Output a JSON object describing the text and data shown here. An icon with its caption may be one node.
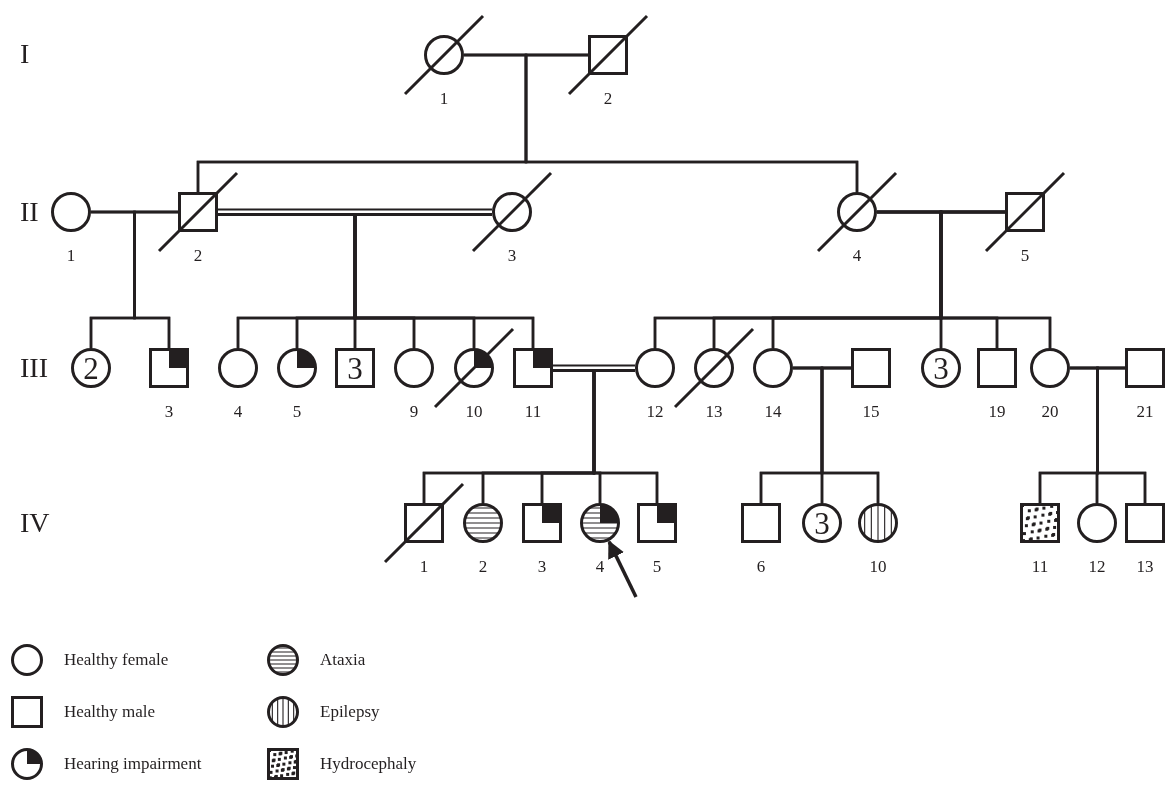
{
  "diagram": {
    "nodes": [
      {
        "text": [],
        "shape": "circle",
        "beside": [
          "1"
        ]
      },
      {
        "text": [],
        "shape": "box",
        "beside": [
          "2"
        ]
      },
      {
        "text": [],
        "shape": "circle",
        "beside": [
          "1"
        ]
      },
      {
        "text": [],
        "shape": "box",
        "beside": [
          "2"
        ]
      },
      {
        "text": [],
        "shape": "circle",
        "beside": [
          "3"
        ]
      },
      {
        "text": [],
        "shape": "circle",
        "beside": [
          "4"
        ]
      },
      {
        "text": [],
        "shape": "box",
        "beside": [
          "5"
        ]
      },
      {
        "text": [
          "2"
        ]
      },
      {
        "text": [],
        "shape": "box",
        "beside": [
          "3"
        ]
      },
      {
        "text": [],
        "shape": "circle",
        "beside": [
          "4"
        ]
      },
      {
        "text": [],
        "shape": "circle",
        "beside": [
          "5"
        ]
      },
      {
        "text": [
          "3"
        ]
      },
      {
        "text": [],
        "shape": "circle",
        "beside": [
          "9"
        ]
      },
      {
        "text": [],
        "shape": "circle",
        "beside": [
          "10"
        ]
      },
      {
        "text": [],
        "shape": "box",
        "beside": [
          "11"
        ]
      },
      {
        "text": [],
        "shape": "circle",
        "beside": [
          "12"
        ]
      },
      {
        "text": [],
        "shape": "circle",
        "beside": [
          "13"
        ]
      },
      {
        "text": [],
        "shape": "circle",
        "beside": [
          "14"
        ]
      },
      {
        "text": [],
        "shape": "box",
        "beside": [
          "15"
        ]
      },
      {
        "text": [
          "3"
        ]
      },
      {
        "text": [],
        "shape": "box",
        "beside": [
          "19"
        ]
      },
      {
        "text": [],
        "shape": "circle",
        "beside": [
          "20"
        ]
      },
      {
        "text": [],
        "shape": "box",
        "beside": [
          "21"
        ]
      },
      {
        "text": [],
        "shape": "box",
        "beside": [
          "1"
        ]
      },
      {
        "text": [],
        "shape": "circle",
        "beside": [
          "2"
        ]
      },
      {
        "text": [],
        "shape": "box",
        "beside": [
          "3"
        ]
      },
      {
        "text": [],
        "shape": "circle",
        "beside": [
          "4"
        ]
      },
      {
        "text": [],
        "shape": "box",
        "beside": [
          "5"
        ]
      },
      {
        "text": [],
        "shape": "box",
        "beside": [
          "6"
        ]
      },
      {
        "text": [
          "3"
        ]
      },
      {
        "text": [],
        "shape": "circle",
        "beside": [
          "10"
        ]
      },
      {
        "text": [],
        "shape": "box",
        "beside": [
          "11"
        ]
      },
      {
        "text": [],
        "shape": "circle",
        "beside": [
          "12"
        ]
      },
      {
        "text": [],
        "shape": "box",
        "beside": [
          "13"
        ]
      }
    ],
    "edges": [
      {
        "from": 0,
        "to": 3,
        "arrow": "none"
      },
      {
        "from": 1,
        "to": 3,
        "arrow": "none"
      },
      {
        "from": 0,
        "to": 5,
        "arrow": "none"
      },
      {
        "from": 1,
        "to": 5,
        "arrow": "none"
      },
      {
        "from": 2,
        "to": 7,
        "arrow": "none"
      },
      {
        "from": 3,
        "to": 7,
        "arrow": "none"
      },
      {
        "from": 2,
        "to": 8,
        "arrow": "none"
      },
      {
        "from": 3,
        "to": 8,
        "arrow": "none"
      },
      {
        "from": 3,
        "to": 9,
        "arrow": "none"
      },
      {
        "from": 4,
        "to": 9,
        "arrow": "none"
      },
      {
        "from": 3,
        "to": 10,
        "arrow": "none"
      },
      {
        "from": 4,
        "to": 10,
        "arrow": "none"
      },
      {
        "from": 3,
        "to": 11,
        "arrow": "none"
      },
      {
        "from": 4,
        "to": 11,
        "arrow": "none"
      },
      {
        "from": 3,
        "to": 12,
        "arrow": "none"
      },
      {
        "from": 4,
        "to": 12,
        "arrow": "none"
      },
      {
        "from": 3,
        "to": 13,
        "arrow": "none"
      },
      {
        "from": 4,
        "to": 13,
        "arrow": "none"
      },
      {
        "from": 3,
        "to": 14,
        "arrow": "none"
      },
      {
        "from": 4,
        "to": 14,
        "arrow": "none"
      },
      {
        "from": 5,
        "to": 15,
        "arrow": "none"
      },
      {
        "from": 6,
        "to": 15,
        "arrow": "none"
      },
      {
        "from": 5,
        "to": 16,
        "arrow": "none"
      },
      {
        "from": 6,
        "to": 16,
        "arrow": "none"
      },
      {
        "from": 5,
        "to": 17,
        "arrow": "none"
      },
      {
        "from": 6,
        "to": 17,
        "arrow": "none"
      },
      {
        "from": 5,
        "to": 19,
        "arrow": "none"
      },
      {
        "from": 6,
        "to": 19,
        "arrow": "none"
      },
      {
        "from": 5,
        "to": 20,
        "arrow": "none"
      },
      {
        "from": 6,
        "to": 20,
        "arrow": "none"
      },
      {
        "from": 5,
        "to": 21,
        "arrow": "none"
      },
      {
        "from": 6,
        "to": 21,
        "arrow": "none"
      },
      {
        "from": 14,
        "to": 23,
        "arrow": "none"
      },
      {
        "from": 15,
        "to": 23,
        "arrow": "none"
      },
      {
        "from": 14,
        "to": 24,
        "arrow": "none"
      },
      {
        "from": 15,
        "to": 24,
        "arrow": "none"
      },
      {
        "from": 14,
        "to": 25,
        "arrow": "none"
      },
      {
        "from": 15,
        "to": 25,
        "arrow": "none"
      },
      {
        "from": 14,
        "to": 26,
        "arrow": "none"
      },
      {
        "from": 15,
        "to": 26,
        "arrow": "none"
      },
      {
        "from": 14,
        "to": 27,
        "arrow": "none"
      },
      {
        "from": 15,
        "to": 27,
        "arrow": "none"
      },
      {
        "from": 17,
        "to": 28,
        "arrow": "none"
      },
      {
        "from": 18,
        "to": 28,
        "arrow": "none"
      },
      {
        "from": 17,
        "to": 29,
        "arrow": "none"
      },
      {
        "from": 18,
        "to": 29,
        "arrow": "none"
      },
      {
        "from": 17,
        "to": 30,
        "arrow": "none"
      },
      {
        "from": 18,
        "to": 30,
        "arrow": "none"
      },
      {
        "from": 21,
        "to": 31,
        "arrow": "none"
      },
      {
        "from": 22,
        "to": 31,
        "arrow": "none"
      },
      {
        "from": 21,
        "to": 32,
        "arrow": "none"
      },
      {
        "from": 22,
        "to": 32,
        "arrow": "none"
      },
      {
        "from": 21,
        "to": 33,
        "arrow": "none"
      },
      {
        "from": 22,
        "to": 33,
        "arrow": "none"
      },
      {
        "from": 0,
        "to": 1,
        "arrow": "none"
      },
      {
        "from": 2,
        "to": 3,
        "arrow": "none"
      },
      {
        "from": 3,
        "to": 4,
        "arrow": "none"
      },
      {
        "from": 5,
        "to": 6,
        "arrow": "none"
      },
      {
        "from": 14,
        "to": 15,
        "arrow": "none"
      },
      {
        "from": 17,
        "to": 18,
        "arrow": "none"
      },
      {
        "from": 21,
        "to": 22,
        "arrow": "none"
      },
      {
        "from": null,
        "to": 26,
        "arrow": "to"
      }
    ],
    "labels": [
      "I",
      "II",
      "III",
      "IV"
    ],
    "legend": [
      {
        "text": "Healthy female"
      },
      {
        "text": "Ataxia"
      },
      {
        "text": "Healthy male"
      },
      {
        "text": "Epilepsy"
      },
      {
        "text": "Hearing impairment"
      },
      {
        "text": "Hydrocephaly"
      }
    ]
  }
}
